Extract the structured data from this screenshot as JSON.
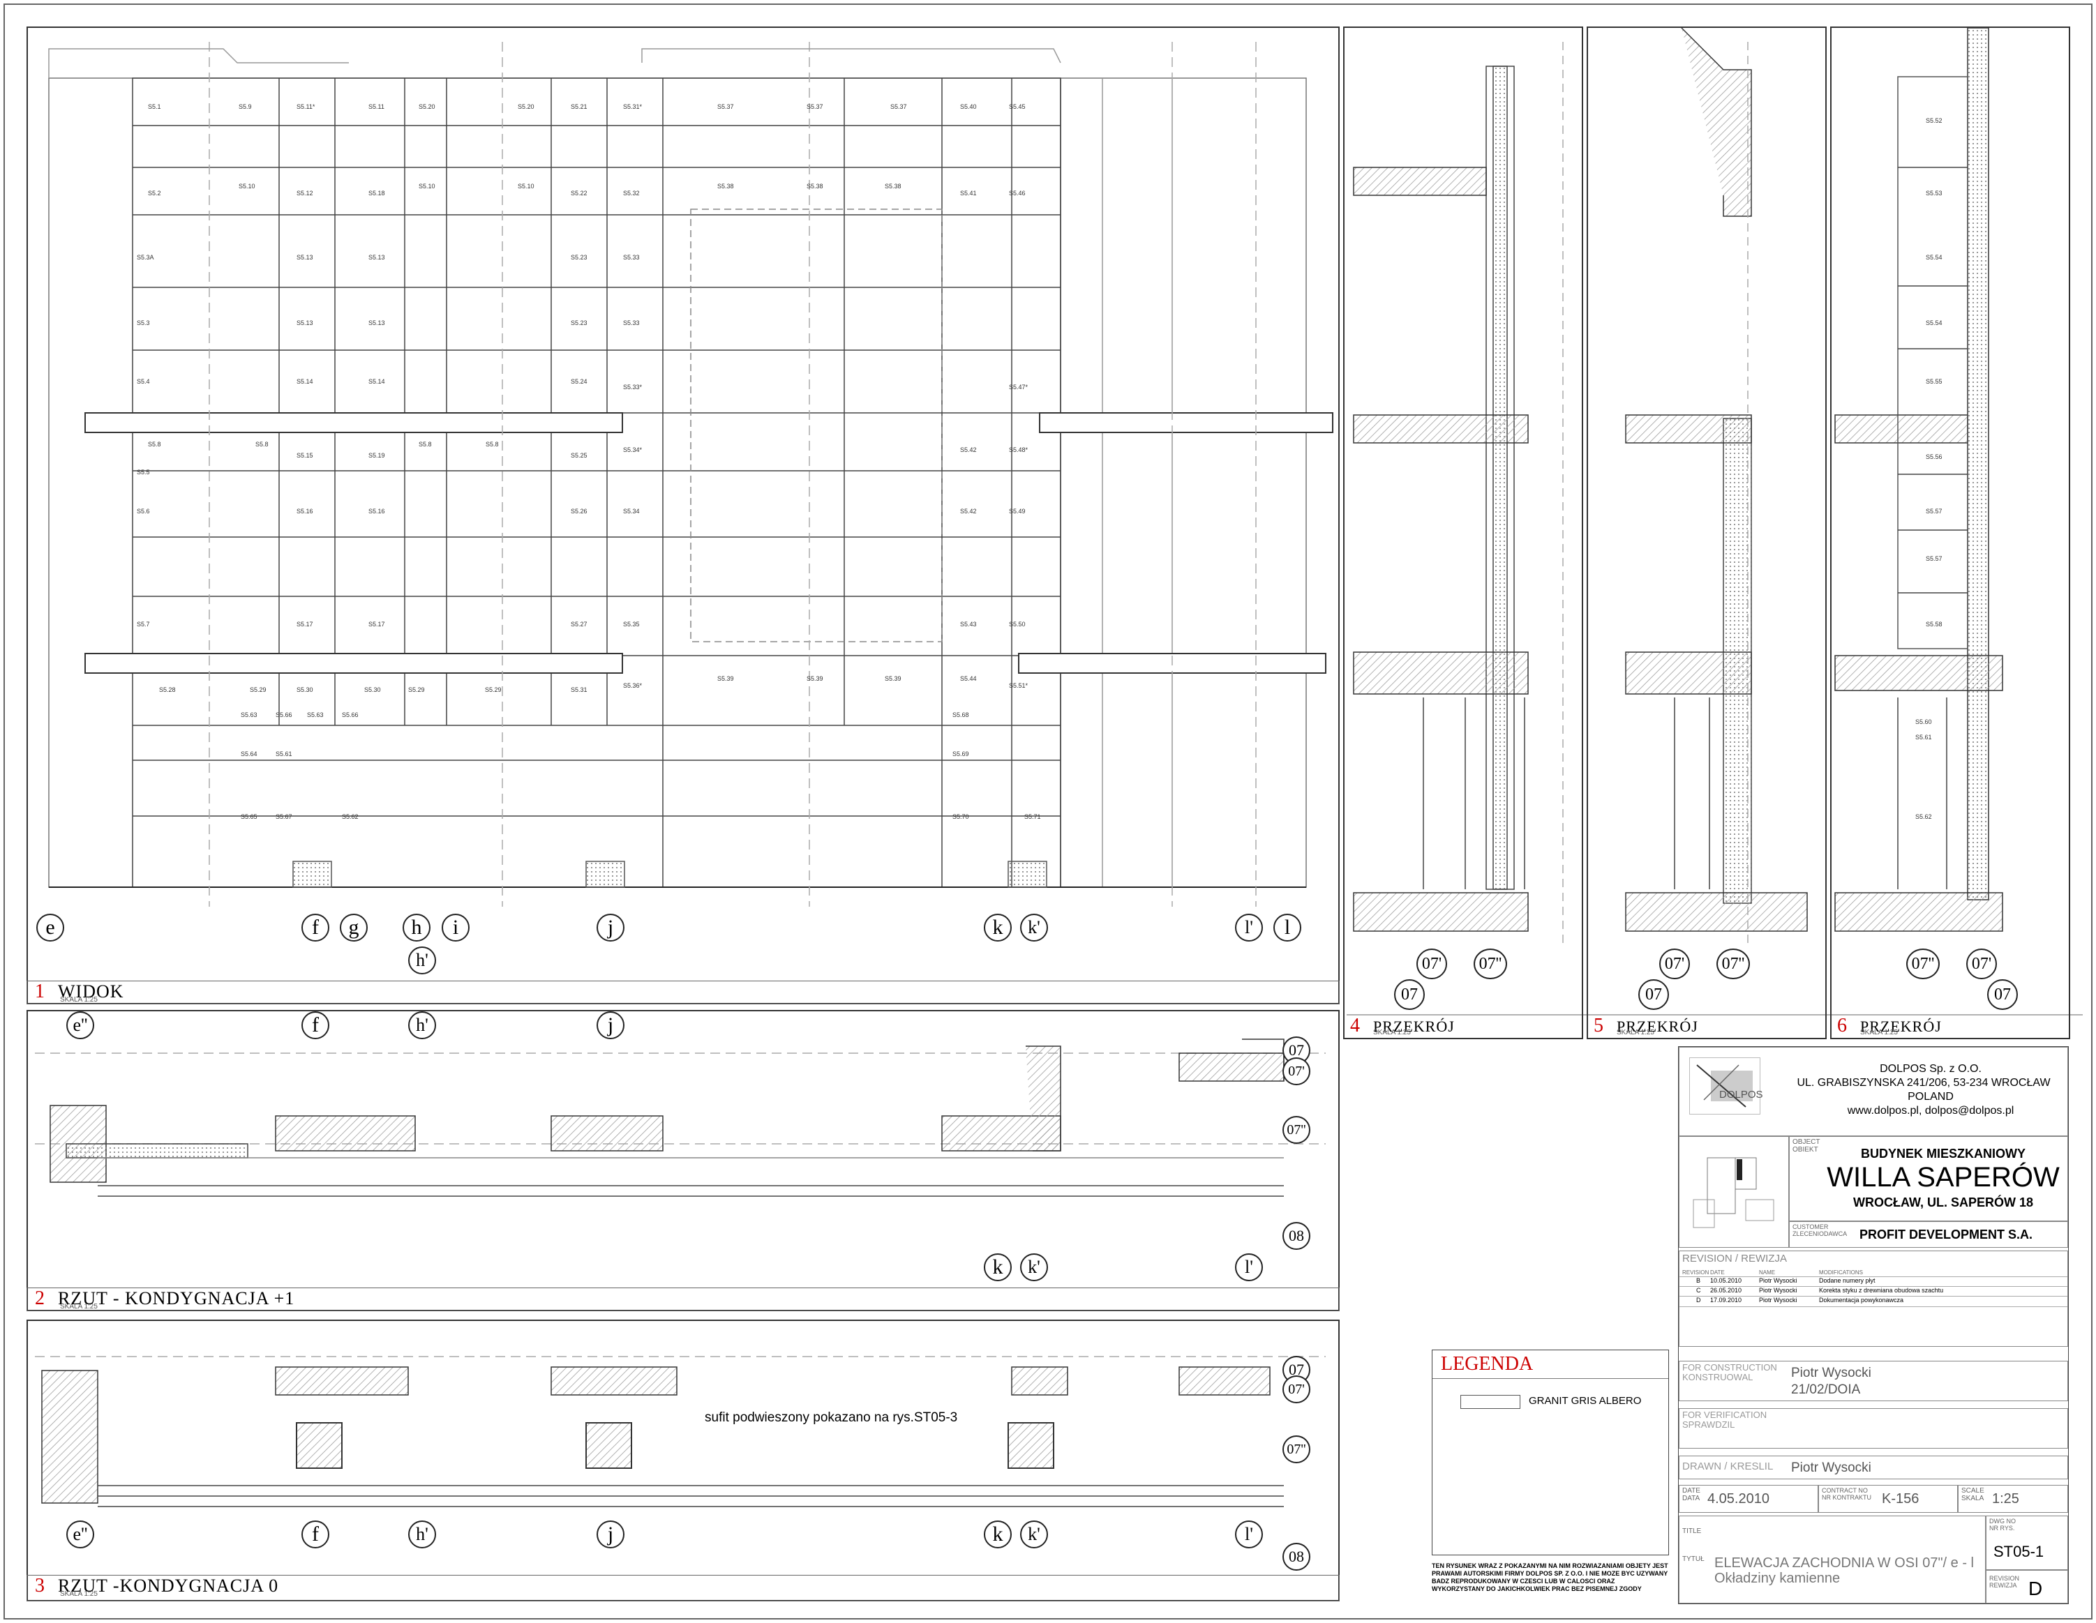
{
  "views": [
    {
      "num": "1",
      "title": "WIDOK",
      "scale": "SKALA 1:25"
    },
    {
      "num": "2",
      "title": "RZUT - KONDYGNACJA +1",
      "scale": "SKALA 1:25"
    },
    {
      "num": "3",
      "title": "RZUT -KONDYGNACJA 0",
      "scale": "SKALA 1:25"
    },
    {
      "num": "4",
      "title": "PRZEKRÓJ",
      "scale": "SKALA 1:25"
    },
    {
      "num": "5",
      "title": "PRZEKRÓJ",
      "scale": "SKALA 1:25"
    },
    {
      "num": "6",
      "title": "PRZEKRÓJ",
      "scale": "SKALA 1:25"
    }
  ],
  "axes_view1": [
    "e",
    "f",
    "g",
    "h",
    "i",
    "j",
    "k",
    "k'",
    "l'",
    "l",
    "h'"
  ],
  "axes_view2": [
    "e''",
    "f",
    "h'",
    "j",
    "k",
    "k'",
    "l'",
    "07",
    "07'",
    "07''",
    "08"
  ],
  "axes_view3": [
    "e''",
    "f",
    "h'",
    "j",
    "k",
    "k'",
    "l'",
    "07",
    "07'",
    "07''",
    "08"
  ],
  "axes_sections": {
    "s4": [
      "07'",
      "07''",
      "07"
    ],
    "s5": [
      "07'",
      "07''",
      "07"
    ],
    "s6": [
      "07''",
      "07'",
      "07"
    ]
  },
  "panels": [
    "S5.1",
    "S5.9",
    "S5.11*",
    "S5.11",
    "S5.20",
    "S5.20",
    "S5.21",
    "S5.31*",
    "S5.37",
    "S5.37",
    "S5.37",
    "S5.40",
    "S5.45",
    "S5.2",
    "S5.10",
    "S5.12",
    "S5.18",
    "S5.10",
    "S5.10",
    "S5.22",
    "S5.32",
    "S5.38",
    "S5.38",
    "S5.38",
    "S5.41",
    "S5.46",
    "S5.3A",
    "S5.13",
    "S5.13",
    "S5.23",
    "S5.33",
    "S5.3",
    "S5.13",
    "S5.13",
    "S5.23",
    "S5.33",
    "S5.4",
    "S5.14",
    "S5.14",
    "S5.24",
    "S5.33*",
    "S5.47*",
    "S5.8",
    "S5.8",
    "S5.8",
    "S5.8",
    "S5.15",
    "S5.19",
    "S5.25",
    "S5.34*",
    "S5.42",
    "S5.48*",
    "S5.5",
    "S5.6",
    "S5.16",
    "S5.16",
    "S5.26",
    "S5.34",
    "S5.42",
    "S5.49",
    "S5.7",
    "S5.17",
    "S5.17",
    "S5.27",
    "S5.35",
    "S5.43",
    "S5.50",
    "S5.28",
    "S5.29",
    "S5.30",
    "S5.30",
    "S5.29",
    "S5.29",
    "S5.31",
    "S5.36*",
    "S5.39",
    "S5.39",
    "S5.39",
    "S5.44",
    "S5.51*",
    "S5.63",
    "S5.66",
    "S5.63",
    "S5.66",
    "S5.64",
    "S5.61",
    "S5.65",
    "S5.67",
    "S5.62",
    "S5.68",
    "S5.69",
    "S5.70",
    "S5.71",
    "S5.52",
    "S5.53",
    "S5.54",
    "S5.54",
    "S5.55",
    "S5.56",
    "S5.57",
    "S5.57",
    "S5.58",
    "S5.60",
    "S5.61",
    "S5.62"
  ],
  "note_plan3": "sufit podwieszony pokazano na rys.ST05-3",
  "legend": {
    "title": "LEGENDA",
    "item": "GRANIT GRIS ALBERO"
  },
  "disclaimer": "TEN RYSUNEK WRAZ Z POKAZANYMI NA NIM ROZWIAZANIAMI OBJETY JEST PRAWAMI AUTORSKIMI FIRMY DOLPOS SP. Z O.O. I NIE MOZE BYC UZYWANY BADZ REPRODUKOWANY W CZESCI LUB W CALOSCI ORAZ WYKORZYSTANY DO JAKICHKOLWIEK PRAC BEZ PISEMNEJ ZGODY",
  "titleblock": {
    "company": "DOLPOS Sp. z O.O.",
    "address": "UL. GRABISZYNSKA 241/206, 53-234 WROCŁAW",
    "country": "POLAND",
    "contact": "www.dolpos.pl, dolpos@dolpos.pl",
    "logo_text": "DOLPOS",
    "object_label": "OBJECT OBIEKT",
    "object_line1": "BUDYNEK MIESZKANIOWY",
    "object_line2": "WILLA SAPERÓW",
    "object_line3": "WROCŁAW, UL. SAPERÓW 18",
    "customer_label": "CUSTOMER ZLECENIODAWCA",
    "customer": "PROFIT DEVELOPMENT S.A.",
    "revision_header": "REVISION / REWIZJA",
    "rev_cols": [
      "REVISION",
      "DATE",
      "NAME",
      "MODIFICATIONS"
    ],
    "revisions": [
      [
        "B",
        "10.05.2010",
        "Piotr Wysocki",
        "Dodane numery płyt"
      ],
      [
        "C",
        "26.05.2010",
        "Piotr Wysocki",
        "Korekta styku z drewniana obudowa szachtu"
      ],
      [
        "D",
        "17.09.2010",
        "Piotr Wysocki",
        "Dokumentacja powykonawcza"
      ]
    ],
    "construction_label": "FOR CONSTRUCTION KONSTRUOWAL",
    "construction_name": "Piotr Wysocki",
    "construction_date": "21/02/DOIA",
    "verification_label": "FOR VERIFICATION SPRAWDZIL",
    "drawn_label": "DRAWN / KRESLIL",
    "drawn_name": "Piotr Wysocki",
    "date_label": "DATE DATA",
    "date": "4.05.2010",
    "contract_label": "CONTRACT NO NR KONTRAKTU",
    "contract": "K-156",
    "scale_label": "SCALE SKALA",
    "scale": "1:25",
    "title_label": "TITLE TYTUŁ",
    "title_line1": "ELEWACJA ZACHODNIA W OSI 07\"/ e - l",
    "title_line2": "Okładziny kamienne",
    "dwg_label": "DWG NO NR RYS.",
    "dwg": "ST05-1",
    "revision_label": "REVISION REWIZJA",
    "revision": "D"
  },
  "colors": {
    "line": "#333333",
    "hatch": "#888888",
    "accent_red": "#cc0000"
  }
}
